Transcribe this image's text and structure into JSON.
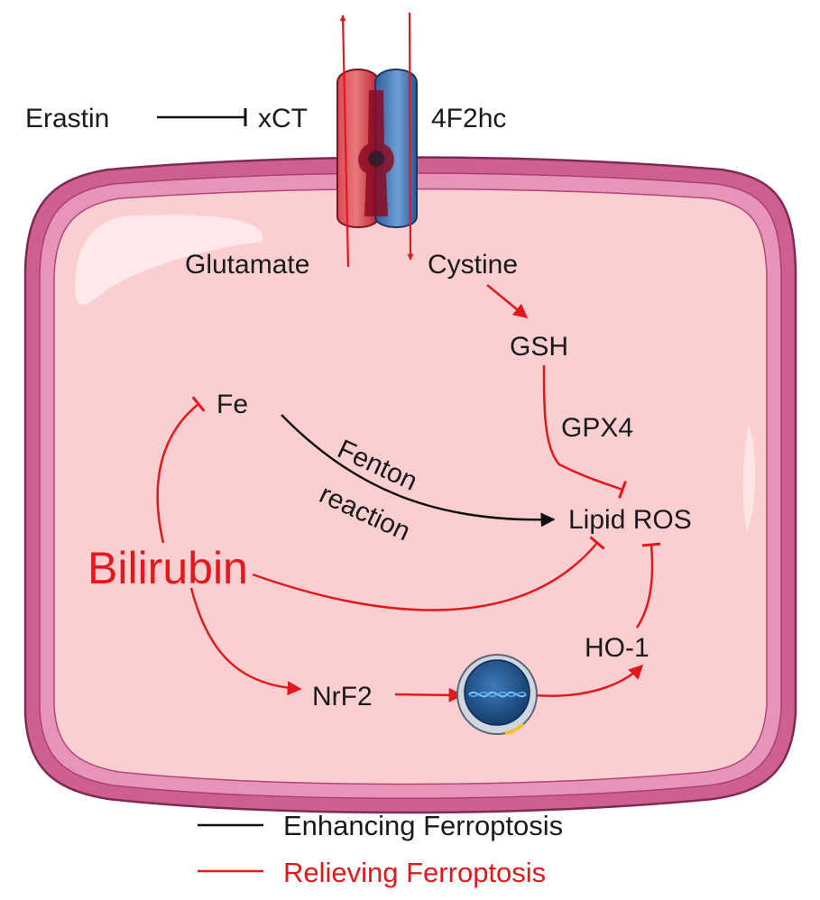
{
  "diagram": {
    "labels": {
      "erastin": "Erastin",
      "xct": "xCT",
      "f2hc": "4F2hc",
      "glutamate": "Glutamate",
      "cystine": "Cystine",
      "gsh": "GSH",
      "gpx4": "GPX4",
      "fe": "Fe",
      "fenton_line1": "Fenton",
      "fenton_line2": "reaction",
      "lipid_ros": "Lipid ROS",
      "bilirubin": "Bilirubin",
      "ho1": "HO-1",
      "nrf2": "NrF2"
    },
    "legend": {
      "enhancing": "Enhancing Ferroptosis",
      "relieving": "Relieving Ferroptosis"
    },
    "colors": {
      "enhancing": "#111111",
      "relieving": "#e3181b",
      "cell_fill": "#fbcfd2",
      "membrane": "#c9558a",
      "nucleus": "#1f5a96"
    }
  }
}
